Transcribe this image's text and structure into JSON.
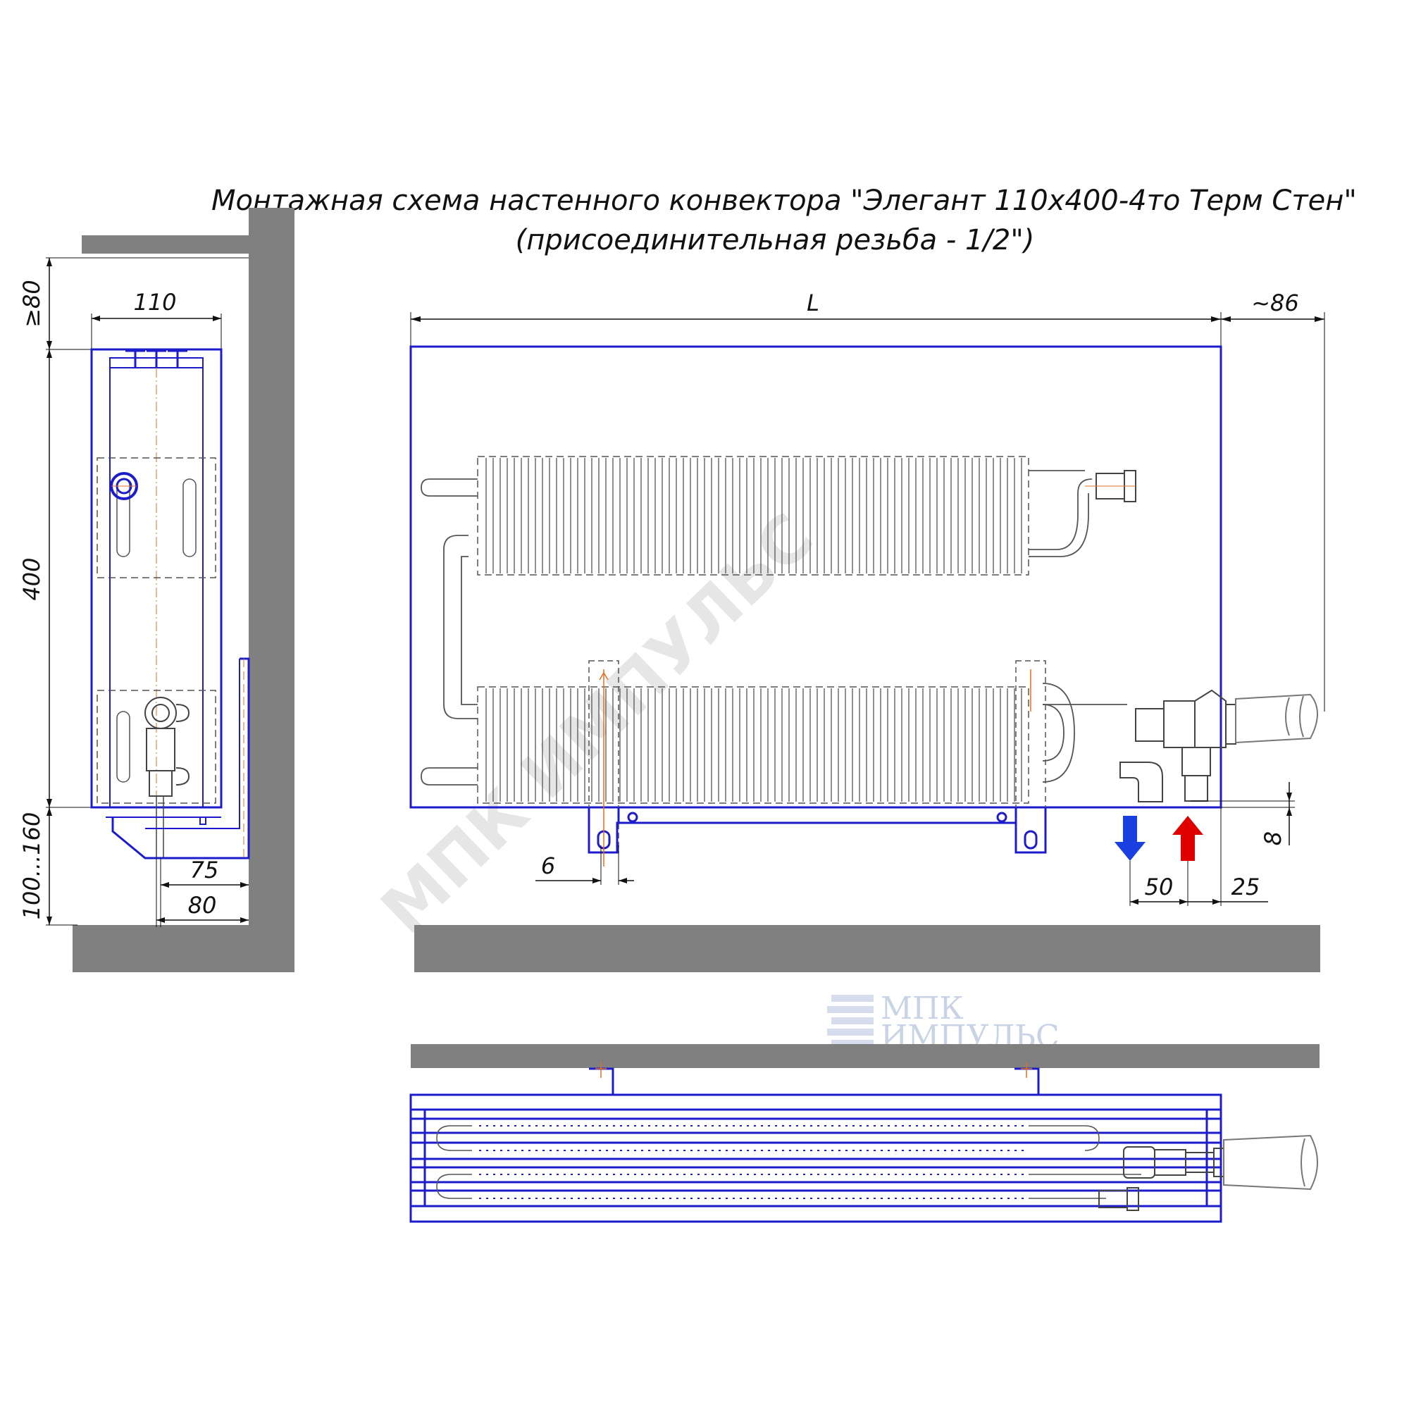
{
  "title": {
    "line1": "Монтажная схема настенного конвектора \"Элегант 110x400-4то Терм Стен\"",
    "line2": "(присоединительная резьба - 1/2\")"
  },
  "side_view": {
    "width": "110",
    "top_clearance": "≥80",
    "height": "400",
    "floor_gap": "100...160",
    "bracket_1": "75",
    "bracket_2": "80"
  },
  "front_view": {
    "length": "L",
    "valve_offset": "~86",
    "bracket_offset": "6",
    "pipe_height": "8",
    "pipe_spacing": "50",
    "pipe_edge": "25"
  },
  "logo": {
    "line1": "МПК",
    "line2": "ИМПУЛЬС",
    "watermark": "МПК ИМПУЛЬС"
  },
  "colors": {
    "outline": "#1c1ccc",
    "wall": "#808080",
    "supply_arrow": "#e00000",
    "return_arrow": "#1a3fe0",
    "center_line": "#e07020"
  }
}
